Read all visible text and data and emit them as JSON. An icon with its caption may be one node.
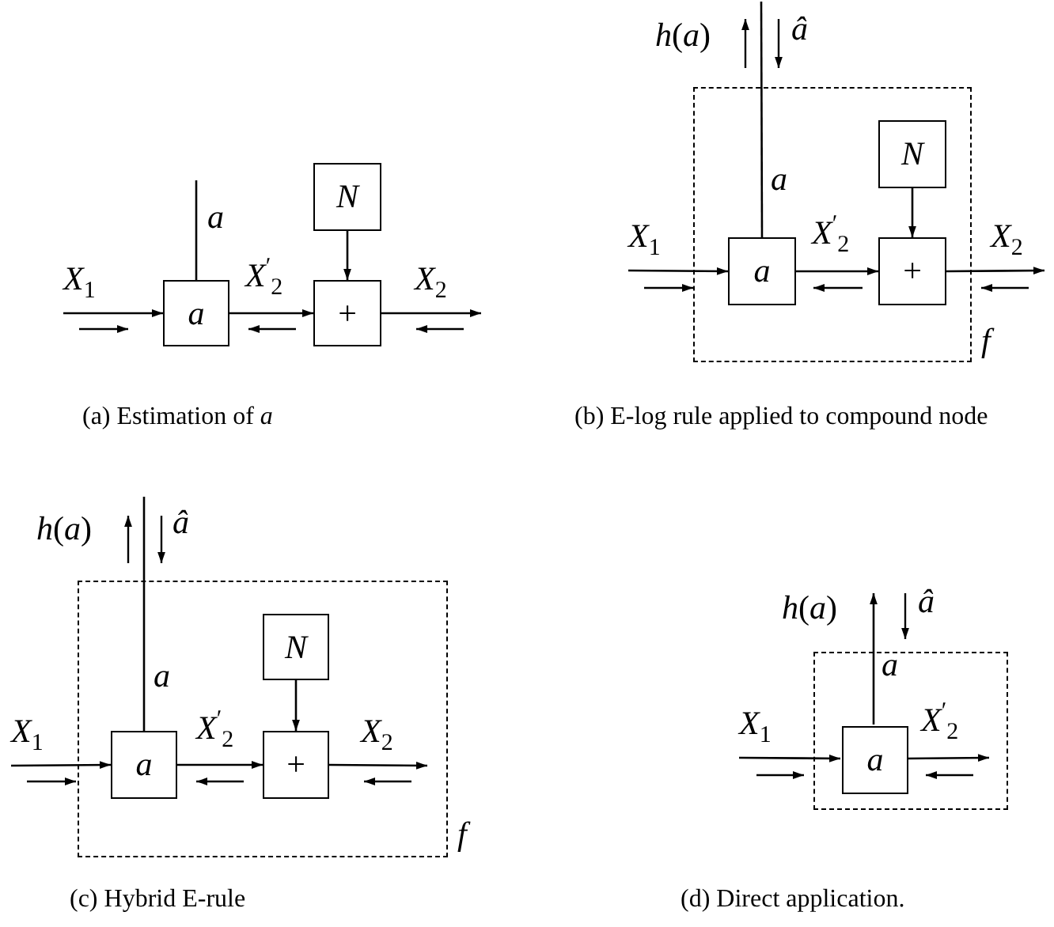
{
  "diagram": {
    "nodes": [
      {
        "text": [
          "a"
        ]
      },
      {
        "text": [
          "+"
        ]
      },
      {
        "text": [
          "N"
        ]
      },
      {
        "text": [
          "f"
        ]
      },
      {
        "text": [
          "a"
        ],
        "in": 3
      },
      {
        "text": [
          "+"
        ],
        "in": 3
      },
      {
        "text": [
          "N"
        ],
        "in": 3
      },
      {
        "text": [
          "f"
        ]
      },
      {
        "text": [
          "a"
        ],
        "in": 7
      },
      {
        "text": [
          "+"
        ],
        "in": 7
      },
      {
        "text": [
          "N"
        ],
        "in": 7
      },
      {
        "text": [],
        "shape": "box"
      },
      {
        "text": [
          "a"
        ],
        "in": 11
      }
    ],
    "edges": [
      {
        "from": null,
        "to": 0,
        "arrow": "to",
        "label": "*X*$_{1}$"
      },
      {
        "from": 0,
        "to": 1,
        "arrow": "to",
        "label": "*X*$^{′}$$_{2}$"
      },
      {
        "from": 1,
        "to": null,
        "arrow": "to",
        "label": "*X*$_{2}$"
      },
      {
        "from": 2,
        "to": 1,
        "arrow": "to"
      },
      {
        "from": 0,
        "to": null,
        "arrow": "none",
        "label": "a"
      },
      {
        "from": null,
        "to": 4,
        "arrow": "to",
        "label": "*X*$_{1}$"
      },
      {
        "from": 4,
        "to": 5,
        "arrow": "to",
        "label": "*X*$^{′}$$_{2}$"
      },
      {
        "from": 5,
        "to": null,
        "arrow": "to",
        "label": "*X*$_{2}$"
      },
      {
        "from": 6,
        "to": 5,
        "arrow": "to"
      },
      {
        "from": 4,
        "to": null,
        "arrow": "none",
        "label": "a"
      },
      {
        "from": null,
        "to": 8,
        "arrow": "to",
        "label": "*X*$_{1}$"
      },
      {
        "from": 8,
        "to": 9,
        "arrow": "to",
        "label": "*X*$^{′}$$_{2}$"
      },
      {
        "from": 9,
        "to": null,
        "arrow": "to",
        "label": "*X*$_{2}$"
      },
      {
        "from": 10,
        "to": 9,
        "arrow": "to"
      },
      {
        "from": 8,
        "to": null,
        "arrow": "none",
        "label": "a"
      },
      {
        "from": null,
        "to": 12,
        "arrow": "to",
        "label": "*X*$_{1}$"
      },
      {
        "from": 12,
        "to": null,
        "arrow": "to",
        "label": "*X*$^{′}$$_{2}$"
      },
      {
        "from": 12,
        "to": null,
        "arrow": "to",
        "label": "a"
      }
    ],
    "labels": [
      "*h*(*a*)",
      "â",
      "(a) Estimation of *a*",
      "(b) E-log rule applied to compound node",
      "*h*(*a*)",
      "â",
      "*h*(*a*)",
      "â",
      "(c) Hybrid E-rule",
      "(d) Direct application."
    ]
  }
}
